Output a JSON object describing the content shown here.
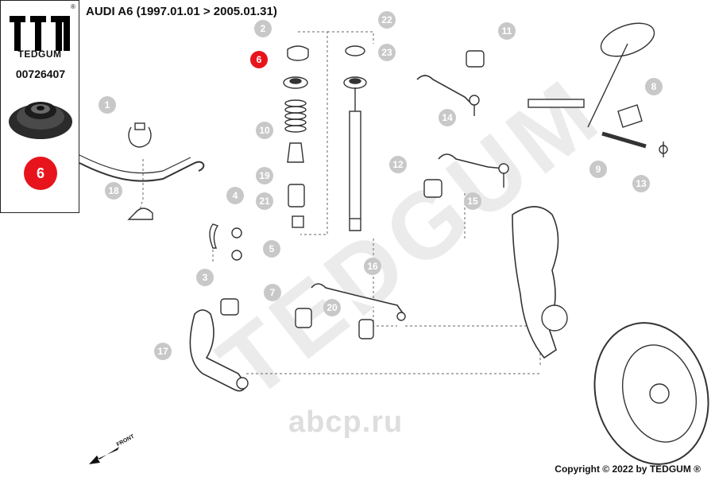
{
  "brand": {
    "name": "TEDGUM",
    "registered_mark": "®"
  },
  "part": {
    "number": "00726407",
    "position_badge": "6"
  },
  "header": {
    "title": "AUDI A6 (1997.01.01 > 2005.01.31)"
  },
  "callouts": [
    "2",
    "6",
    "22",
    "23",
    "11",
    "1",
    "10",
    "14",
    "8",
    "19",
    "21",
    "12",
    "15",
    "9",
    "13",
    "4",
    "18",
    "5",
    "16",
    "3",
    "7",
    "20",
    "17"
  ],
  "watermarks": {
    "brand": "TEDGUM",
    "site": "abcp.ru"
  },
  "front_label": "FRONT",
  "footer": {
    "copyright": "Copyright © 2022 by TEDGUM ®"
  },
  "colors": {
    "accent_red": "#e8141c",
    "callout_gray": "#c8c8c8",
    "line": "#333333"
  }
}
